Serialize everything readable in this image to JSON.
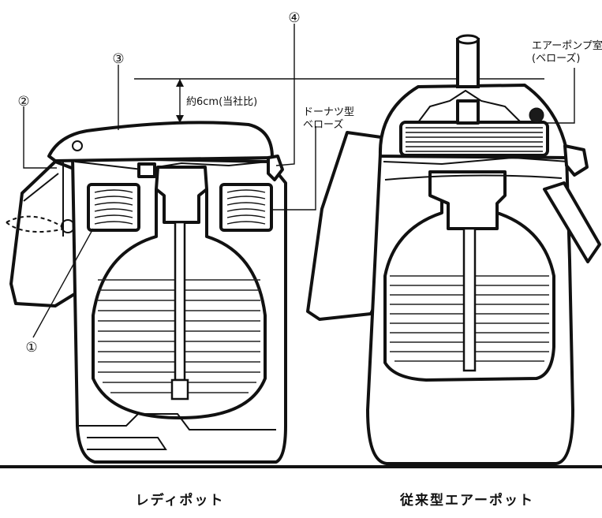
{
  "labels": {
    "marker_1": "①",
    "marker_2": "②",
    "marker_3": "③",
    "marker_4": "④",
    "height_note": "約6cm(当社比)",
    "donut_line1": "ドーナツ型",
    "donut_line2": "ベローズ",
    "pump_line1": "エアーポンプ室",
    "pump_line2": "(ベローズ)"
  },
  "captions": {
    "left": "レディポット",
    "right": "従来型エアーポット"
  },
  "colors": {
    "ink": "#111111",
    "paper": "#ffffff"
  }
}
